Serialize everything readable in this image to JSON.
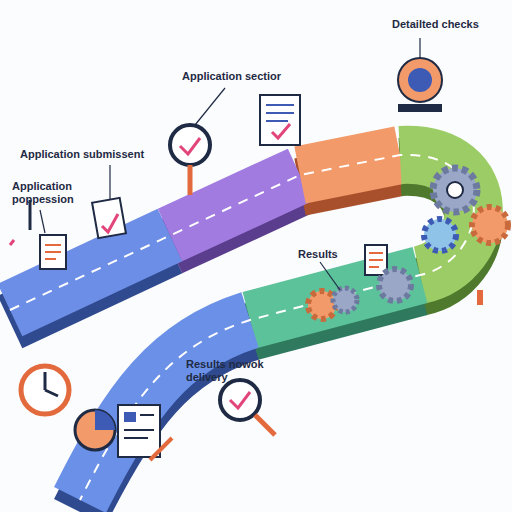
{
  "diagram": {
    "labels": [
      "Application sectior",
      "Detailted checks",
      "Application submissent",
      "Application poppession",
      "Results",
      "Results nowok delivery"
    ]
  }
}
